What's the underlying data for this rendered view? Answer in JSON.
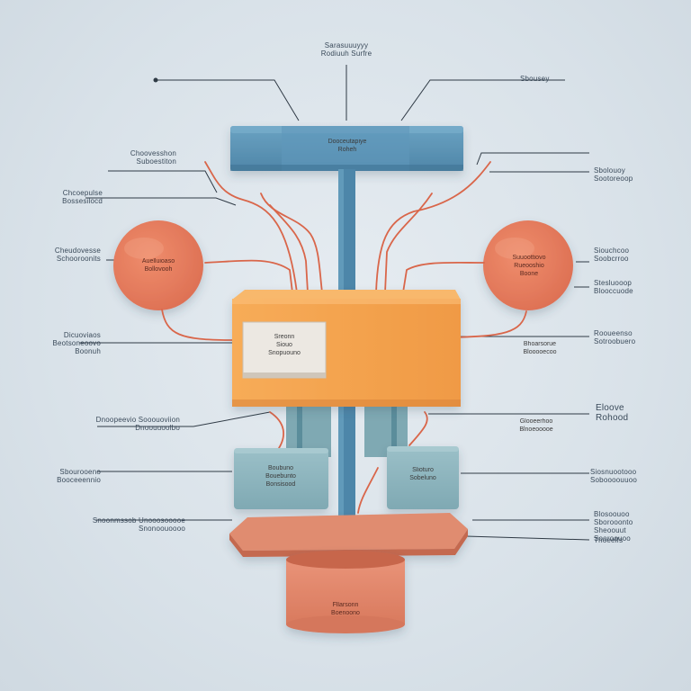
{
  "palette": {
    "background": "#dde5ec",
    "blue": "#5b93b5",
    "blue_dark": "#3f7395",
    "orange": "#f4a24f",
    "coral": "#e47a5c",
    "salmon": "#df8a6d",
    "teal_box": "#8fb6bf",
    "wire": "#d9664a",
    "leader": "#2f3a45"
  },
  "labels": {
    "top_center": "Sarasuuuyyy\nRodiuuh Surfre",
    "top_right": "Sbousey",
    "header_bar": "Dooceutapiye\nRoheh",
    "left_circle": "Auelluioaso\nBollovooh",
    "right_circle": "Suuoottiovo\nRueooshio\nBoone",
    "center_card": "Sreonn\nSiouo\nSnopuouno",
    "left_module": "Boubuno\nBouebunto\nBonsisood",
    "right_module": "Slioturo\nSobeluno",
    "base": "Fllarsonn\nBoenoono",
    "L1": "Choovesshon\nSuboestiton",
    "L2": "Chcoepulse\nBossesilocd",
    "L3": "Cheudovesse\nSchooroonits",
    "L4": "Dicuoviaos\nBeotsoneoovo\nBoonuh",
    "L5": "Dnoopeevio Sooouoviion\nDnoouuoolbo",
    "L6": "Sbourooeno\nBooceeennio",
    "L7": "Snoonmssob Unooosooooe\nSnonoouoooo",
    "R1": "Sbolouoy\nSootoreoop",
    "R2": "Siouchcoo\nSoobcrroo",
    "R3": "Stesluooop\nBlooccuode",
    "R4": "Rooueenso\nSotroobuero",
    "R5": "Eloove\nRohood",
    "R6": "Siosnuootooo\nSoboooouuoo",
    "R7": "Blosoouoo\nSborooonto",
    "R8": "Sheoouut\nSooroouoo",
    "R9": "Thoeelfs",
    "M1": "Bhoarsorue\nBlooooecoo",
    "M2": "Glooeerhoo\nBlnoeooooe"
  }
}
